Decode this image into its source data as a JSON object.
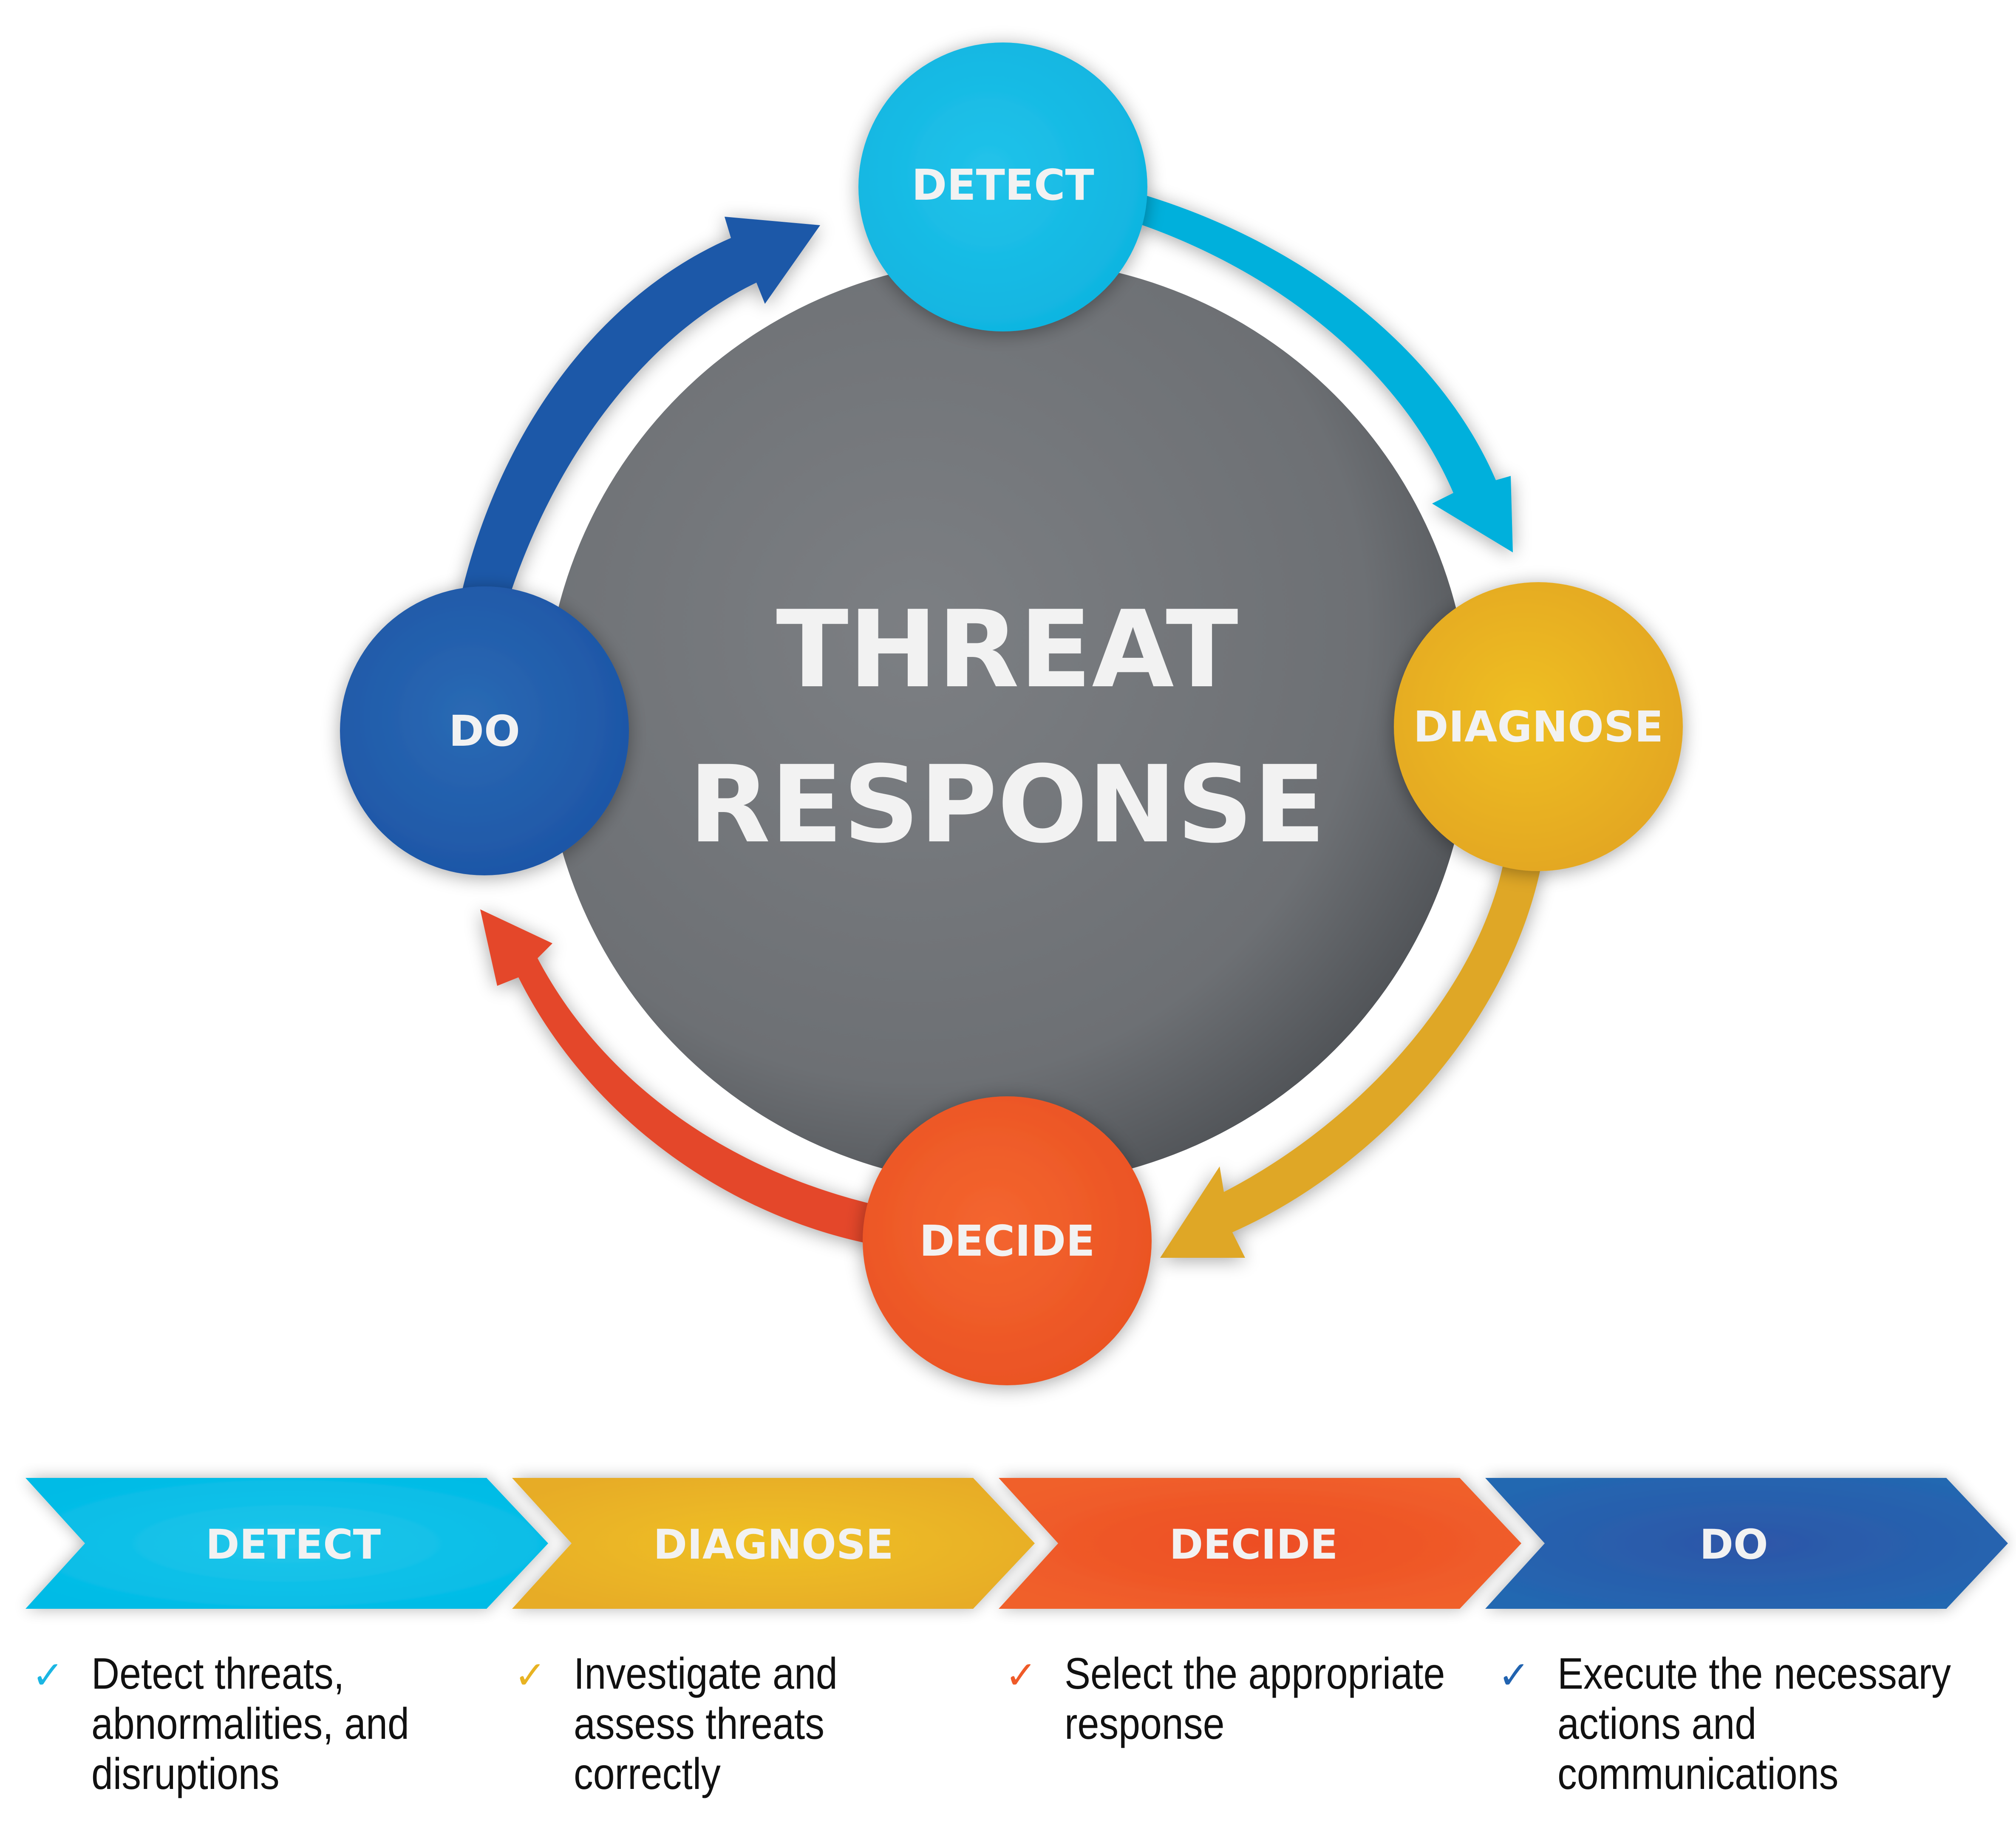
{
  "title": {
    "line1": "THREAT",
    "line2": "RESPONSE"
  },
  "colors": {
    "detect": "#12bde6",
    "diagnose": "#e8b322",
    "decide": "#ef5a28",
    "do": "#2163b0",
    "center": "#6e7175"
  },
  "cycle": [
    {
      "id": "detect",
      "label": "DETECT"
    },
    {
      "id": "diagnose",
      "label": "DIAGNOSE"
    },
    {
      "id": "decide",
      "label": "DECIDE"
    },
    {
      "id": "do",
      "label": "DO"
    }
  ],
  "steps": [
    {
      "label": "DETECT",
      "check_icon": "checkmark",
      "description": [
        "Detect threats,",
        "abnormalities, and",
        "disruptions"
      ]
    },
    {
      "label": "DIAGNOSE",
      "check_icon": "checkmark",
      "description": [
        "Investigate and",
        "assess threats",
        "correctly"
      ]
    },
    {
      "label": "DECIDE",
      "check_icon": "checkmark",
      "description": [
        "Select the appropriate",
        "response"
      ]
    },
    {
      "label": "DO",
      "check_icon": "checkmark",
      "description": [
        "Execute the necessary",
        "actions and",
        "communications"
      ]
    }
  ]
}
